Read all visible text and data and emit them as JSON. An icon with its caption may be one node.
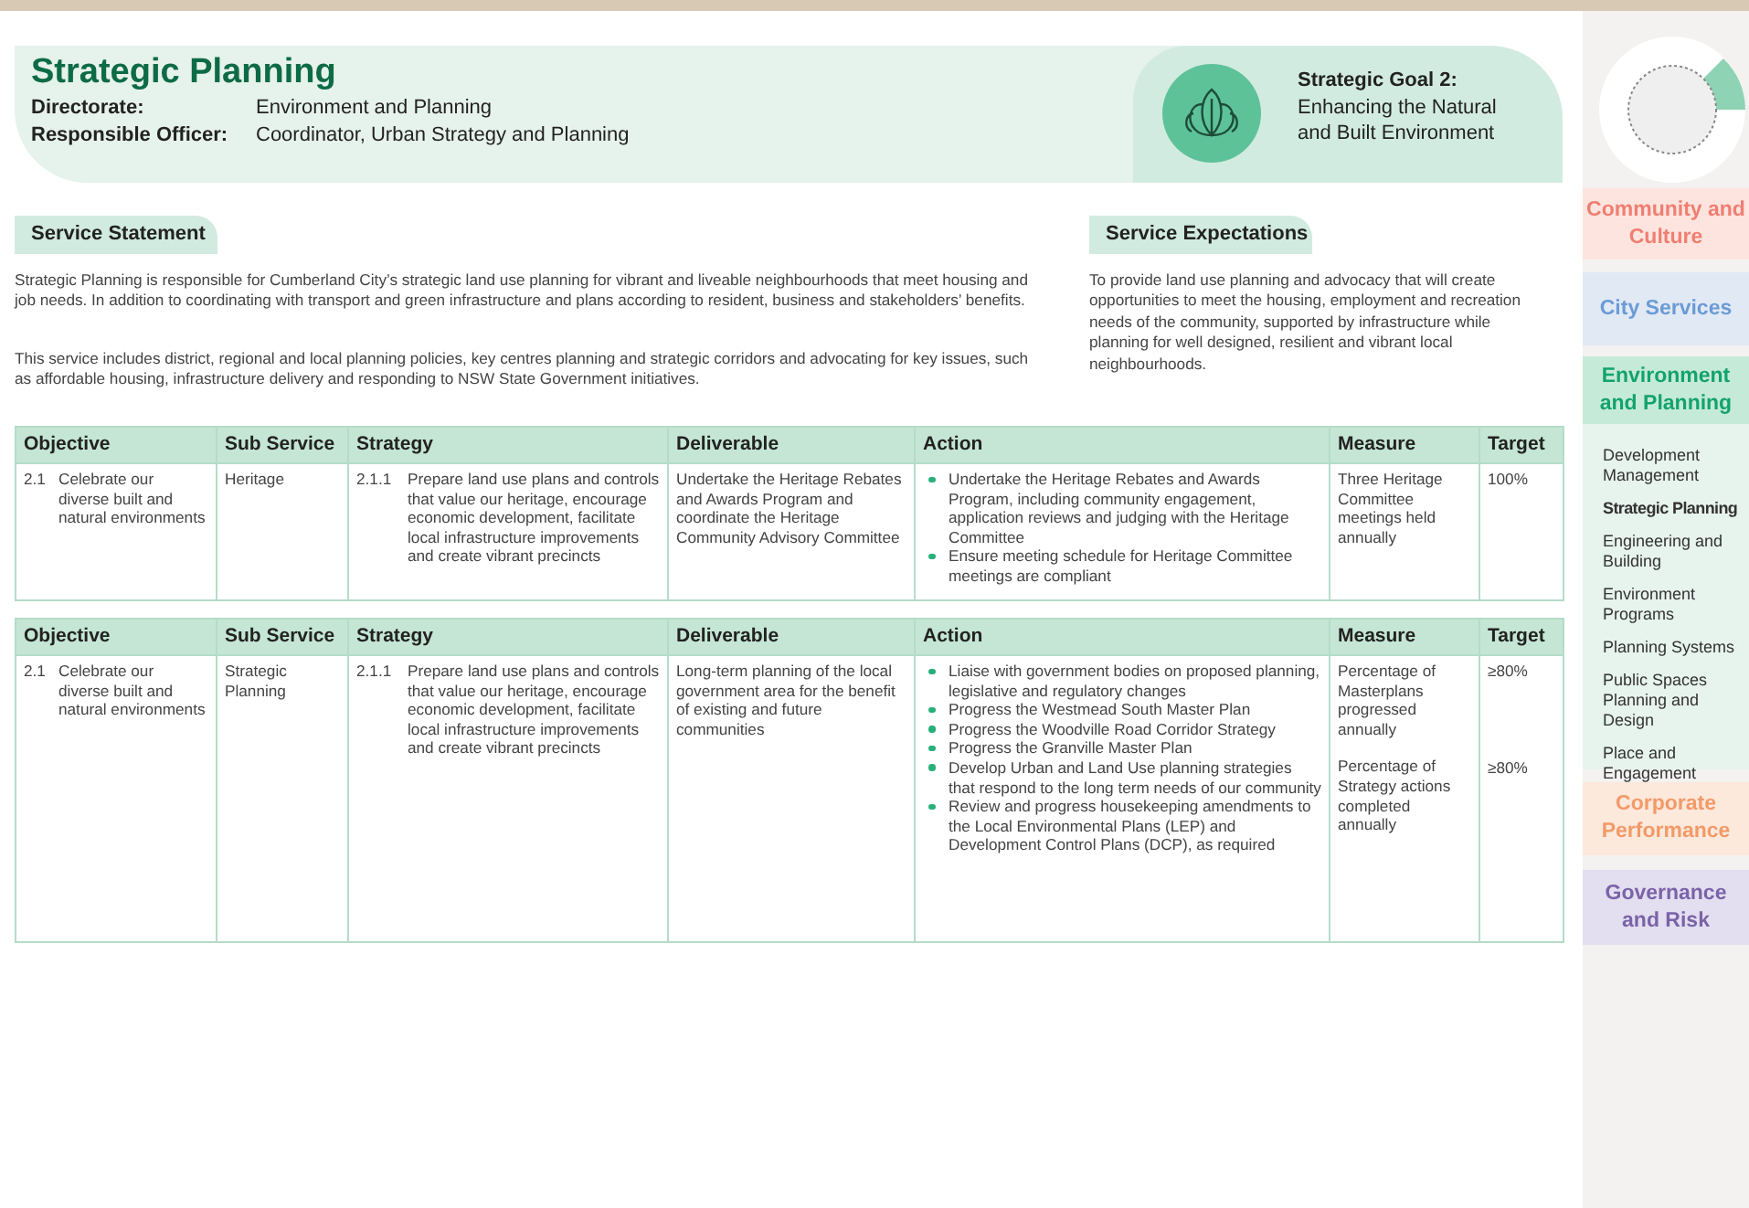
{
  "diagram": {
    "title": "Strategic Planning",
    "nodes": [
      {
        "text": [
          "Directorate:",
          "Environment and Planning",
          "Responsible Officer:",
          "Coordinator, Urban Strategy and Planning"
        ]
      },
      {
        "text": [
          "Strategic Goal 2:",
          "Enhancing the Natural and Built Environment"
        ],
        "in": 0
      },
      {
        "text": [
          "Service Statement"
        ]
      },
      {
        "text": [
          "Service Expectations"
        ]
      },
      {
        "text": [
          "Community and Culture"
        ]
      },
      {
        "text": [
          "City Services"
        ]
      },
      {
        "text": [
          "Environment and Planning"
        ]
      },
      {
        "text": [
          "Development Management",
          "Strategic Planning",
          "Engineering and Building",
          "Environment Programs",
          "Planning Systems",
          "Public Spaces Planning and Design",
          "Place and Engagement"
        ]
      },
      {
        "text": [
          "Corporate Performance"
        ]
      },
      {
        "text": [
          "Governance and Risk"
        ]
      }
    ],
    "labels": [
      "Strategic Planning is responsible for Cumberland City’s strategic land use planning for vibrant and liveable neighbourhoods that meet housing and job needs. In addition to coordinating with transport and green infrastructure and plans according to resident, business and stakeholders’ benefits.",
      "This service includes district, regional and local planning policies, key centres planning and strategic corridors and advocating for key issues, such as affordable housing, infrastructure delivery and responding to NSW State Government initiatives.",
      "To provide land use planning and advocacy that will create opportunities to meet the housing, employment and recreation needs of the community, supported by infrastructure while planning for well designed, resilient and vibrant local neighbourhoods.",
      "Objective",
      "Sub Service",
      "Strategy",
      "Deliverable",
      "Action",
      "Measure",
      "Target",
      "2.1",
      "Celebrate our diverse built and natural environments",
      "Heritage",
      "2.1.1",
      "Prepare land use plans and controls that value our heritage, encourage economic development, facilitate local infrastructure improvements and create vibrant precincts",
      "Undertake the Heritage Rebates and Awards Program and coordinate the Heritage Community Advisory Committee",
      "Undertake the Heritage Rebates and Awards Program, including community engagement, application reviews and judging with the Heritage Committee",
      "Ensure meeting schedule for Heritage Committee meetings are compliant",
      "Three Heritage Committee meetings held annually",
      "100%",
      "Objective",
      "Sub Service",
      "Strategy",
      "Deliverable",
      "Action",
      "Measure",
      "Target",
      "2.1",
      "Celebrate our diverse built and natural environments",
      "Strategic Planning",
      "2.1.1",
      "Prepare land use plans and controls that value our heritage, encourage economic development, facilitate local infrastructure improvements and create vibrant precincts",
      "Long-term planning of the local government area for the benefit of existing and future communities",
      "Liaise with government bodies on proposed planning, legislative and regulatory changes",
      "Progress the Westmead South Master Plan",
      "Progress the Woodville Road Corridor Strategy",
      "Progress the Granville Master Plan",
      "Develop Urban and Land Use planning strategies that respond to the long term needs of our community",
      "Review and progress housekeeping amendments to the Local Environmental Plans (LEP) and Development Control Plans (DCP), as required",
      "Percentage of Masterplans progressed annually",
      "≥80%",
      "Percentage of Strategy actions completed annually",
      "≥80%"
    ]
  }
}
